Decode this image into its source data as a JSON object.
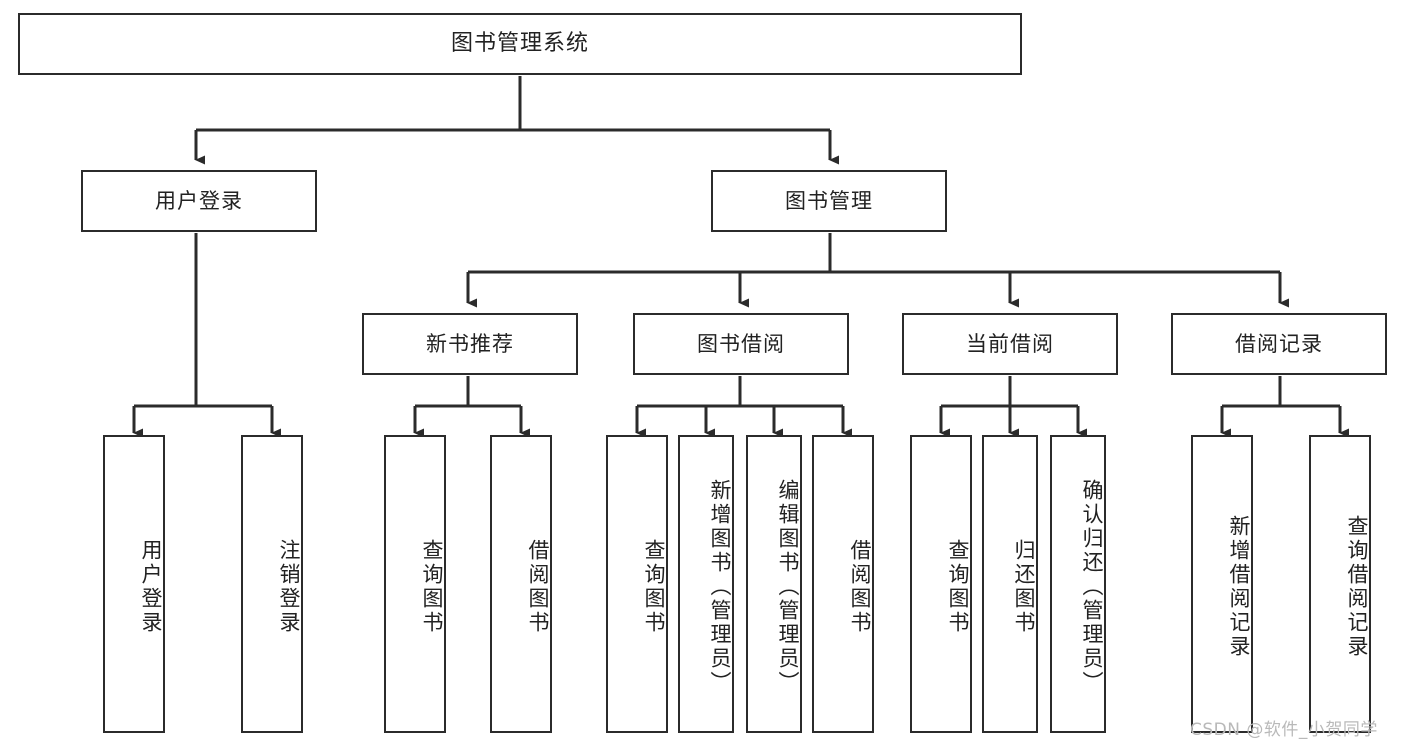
{
  "diagram": {
    "title": "图书管理系统",
    "type": "tree-hierarchy-chart",
    "watermark": "CSDN @软件_小贺同学",
    "colors": {
      "stroke": "#2b2b2b",
      "background": "#ffffff",
      "text": "#222222",
      "watermark": "#b9b9b9"
    },
    "levels": {
      "root": {
        "id": "root",
        "label": "图书管理系统",
        "orientation": "horizontal"
      },
      "level2": [
        {
          "id": "user-login",
          "label": "用户登录",
          "orientation": "horizontal"
        },
        {
          "id": "book-management",
          "label": "图书管理",
          "orientation": "horizontal"
        }
      ],
      "level3": [
        {
          "id": "new-book-recommend",
          "label": "新书推荐",
          "orientation": "horizontal"
        },
        {
          "id": "book-borrow",
          "label": "图书借阅",
          "orientation": "horizontal"
        },
        {
          "id": "current-borrow",
          "label": "当前借阅",
          "orientation": "horizontal"
        },
        {
          "id": "borrow-record",
          "label": "借阅记录",
          "orientation": "horizontal"
        }
      ],
      "leaves": [
        {
          "id": "leaf-user-login",
          "label": "用户登录",
          "parent": "user-login",
          "orientation": "vertical"
        },
        {
          "id": "leaf-logout-login",
          "label": "注销登录",
          "parent": "user-login",
          "orientation": "vertical"
        },
        {
          "id": "leaf-query-book-1",
          "label": "查询图书",
          "parent": "new-book-recommend",
          "orientation": "vertical"
        },
        {
          "id": "leaf-borrow-book-1",
          "label": "借阅图书",
          "parent": "new-book-recommend",
          "orientation": "vertical"
        },
        {
          "id": "leaf-query-book-2",
          "label": "查询图书",
          "parent": "book-borrow",
          "orientation": "vertical"
        },
        {
          "id": "leaf-add-book",
          "label": "新增图书（管理员）",
          "parent": "book-borrow",
          "orientation": "vertical"
        },
        {
          "id": "leaf-edit-book",
          "label": "编辑图书（管理员）",
          "parent": "book-borrow",
          "orientation": "vertical"
        },
        {
          "id": "leaf-borrow-book-2",
          "label": "借阅图书",
          "parent": "book-borrow",
          "orientation": "vertical"
        },
        {
          "id": "leaf-query-book-3",
          "label": "查询图书",
          "parent": "current-borrow",
          "orientation": "vertical"
        },
        {
          "id": "leaf-return-book",
          "label": "归还图书",
          "parent": "current-borrow",
          "orientation": "vertical"
        },
        {
          "id": "leaf-confirm-return",
          "label": "确认归还（管理员）",
          "parent": "current-borrow",
          "orientation": "vertical"
        },
        {
          "id": "leaf-add-record",
          "label": "新增借阅记录",
          "parent": "borrow-record",
          "orientation": "vertical"
        },
        {
          "id": "leaf-query-record",
          "label": "查询借阅记录",
          "parent": "borrow-record",
          "orientation": "vertical"
        }
      ]
    },
    "edges": [
      {
        "from": "root",
        "to": "user-login"
      },
      {
        "from": "root",
        "to": "book-management"
      },
      {
        "from": "book-management",
        "to": "new-book-recommend"
      },
      {
        "from": "book-management",
        "to": "book-borrow"
      },
      {
        "from": "book-management",
        "to": "current-borrow"
      },
      {
        "from": "book-management",
        "to": "borrow-record"
      },
      {
        "from": "user-login",
        "to": "leaf-user-login"
      },
      {
        "from": "user-login",
        "to": "leaf-logout-login"
      },
      {
        "from": "new-book-recommend",
        "to": "leaf-query-book-1"
      },
      {
        "from": "new-book-recommend",
        "to": "leaf-borrow-book-1"
      },
      {
        "from": "book-borrow",
        "to": "leaf-query-book-2"
      },
      {
        "from": "book-borrow",
        "to": "leaf-add-book"
      },
      {
        "from": "book-borrow",
        "to": "leaf-edit-book"
      },
      {
        "from": "book-borrow",
        "to": "leaf-borrow-book-2"
      },
      {
        "from": "current-borrow",
        "to": "leaf-query-book-3"
      },
      {
        "from": "current-borrow",
        "to": "leaf-return-book"
      },
      {
        "from": "current-borrow",
        "to": "leaf-confirm-return"
      },
      {
        "from": "borrow-record",
        "to": "leaf-add-record"
      },
      {
        "from": "borrow-record",
        "to": "leaf-query-record"
      }
    ]
  }
}
